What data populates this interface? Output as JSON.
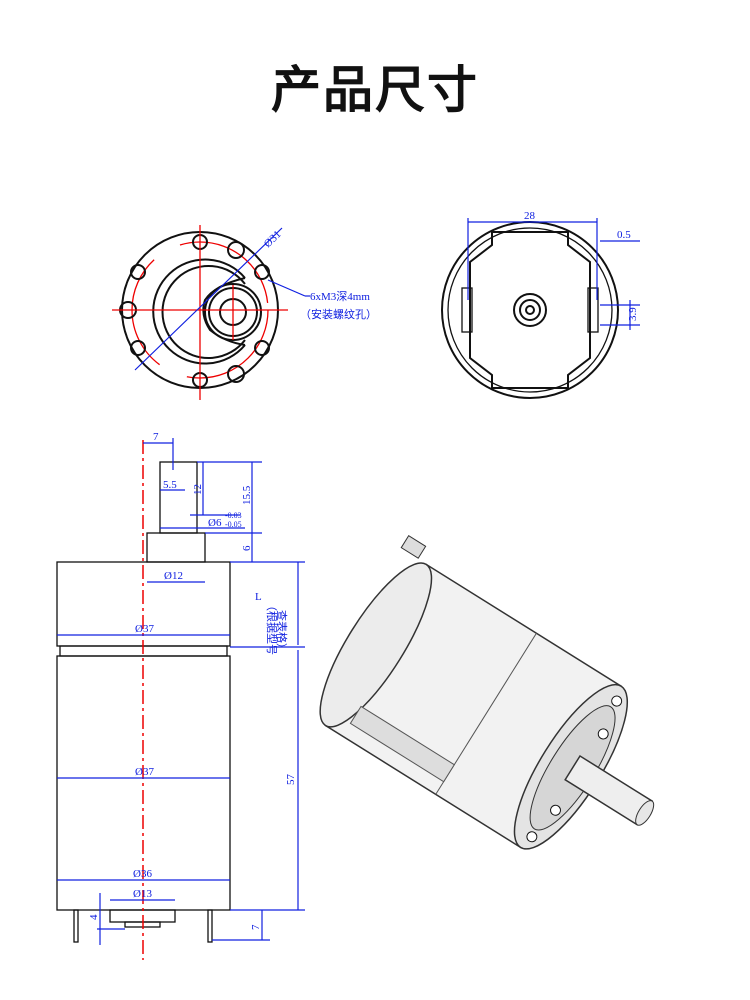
{
  "title": "产品尺寸",
  "front_view": {
    "diameter_label": "Ø31",
    "hole_note_line1": "6xM3深4mm",
    "hole_note_line2": "（安装螺纹孔）"
  },
  "rear_view": {
    "width_label": "28",
    "offset_label": "0.5",
    "height_label": "3.9"
  },
  "side_view": {
    "shaft_offset": "7",
    "shaft_flat": "5.5",
    "flat_length": "12",
    "shaft_length": "15.5",
    "shaft_diameter": "Ø6",
    "shaft_tol_upper": "-0.03",
    "shaft_tol_lower": "-0.05",
    "boss_height": "6",
    "boss_diameter": "Ø12",
    "gearbox_length": "L",
    "gearbox_note_line1": "（根据型号",
    "gearbox_note_line2": "查表格）",
    "gearbox_diameter": "Ø37",
    "motor_diameter": "Ø37",
    "motor_length": "57",
    "end_diameter": "Ø36",
    "bearing_diameter": "Ø13",
    "bearing_height": "4",
    "terminal_length": "7"
  },
  "colors": {
    "dimension": "#1020e0",
    "centerline": "#e00000",
    "outline": "#111111"
  }
}
